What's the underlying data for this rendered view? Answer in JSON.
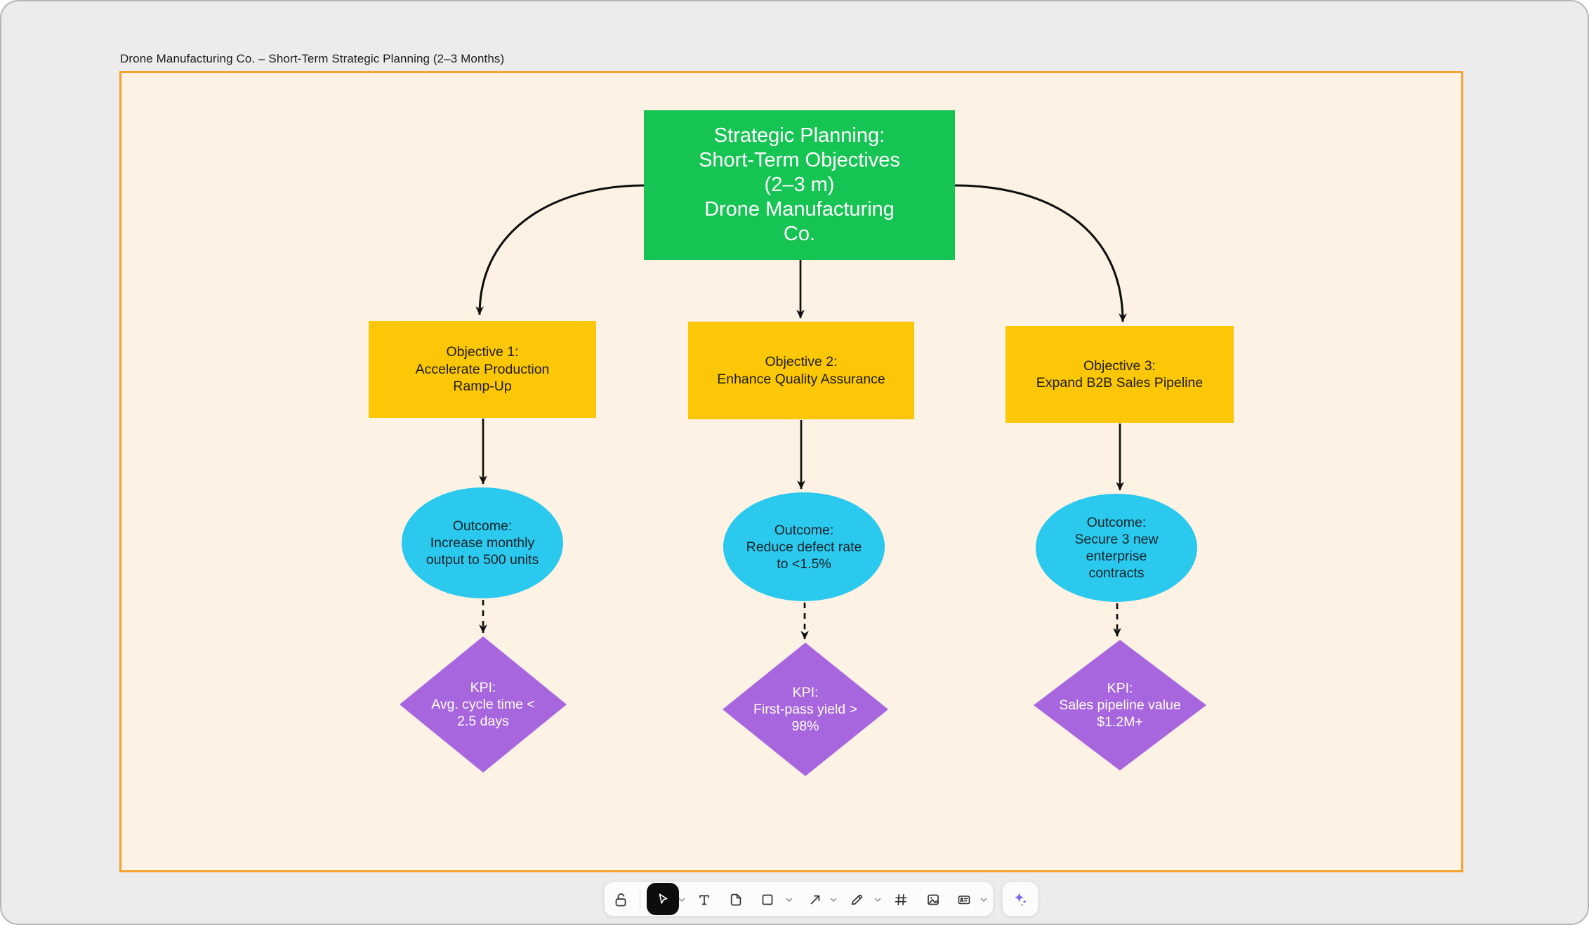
{
  "frame": {
    "label": "Drone Manufacturing Co. – Short-Term Strategic Planning (2–3 Months)"
  },
  "diagram": {
    "root": "Strategic Planning:\nShort-Term Objectives\n(2–3 m)\nDrone Manufacturing\nCo.",
    "objective1": "Objective 1:\nAccelerate Production\nRamp-Up",
    "objective2": "Objective 2:\nEnhance Quality Assurance",
    "objective3": "Objective 3:\nExpand B2B Sales Pipeline",
    "outcome1": "Outcome:\nIncrease monthly\noutput to 500 units",
    "outcome2": "Outcome:\nReduce defect rate\nto <1.5%",
    "outcome3": "Outcome:\nSecure 3 new\nenterprise\ncontracts",
    "kpi1": "KPI:\nAvg. cycle time <\n2.5 days",
    "kpi2": "KPI:\nFirst-pass yield >\n98%",
    "kpi3": "KPI:\nSales pipeline value\n$1.2M+"
  },
  "colors": {
    "canvas": "#ececec",
    "frame_fill": "#fdf2e3",
    "frame_border": "#f5a331",
    "root_fill": "#16c454",
    "objective_fill": "#fbc707",
    "outcome_fill": "#2cc9ee",
    "kpi_fill": "#a766dd",
    "arrow": "#101010",
    "ai_accent": "#7b6bf2"
  },
  "toolbar": {
    "active_tool": "select",
    "icons": [
      "lock-open-icon",
      "select-cursor-icon",
      "text-tool-icon",
      "note-tool-icon",
      "rectangle-tool-icon",
      "arrow-tool-icon",
      "draw-tool-icon",
      "frame-tool-icon",
      "image-tool-icon",
      "card-tool-icon",
      "ai-sparkle-icon"
    ]
  }
}
